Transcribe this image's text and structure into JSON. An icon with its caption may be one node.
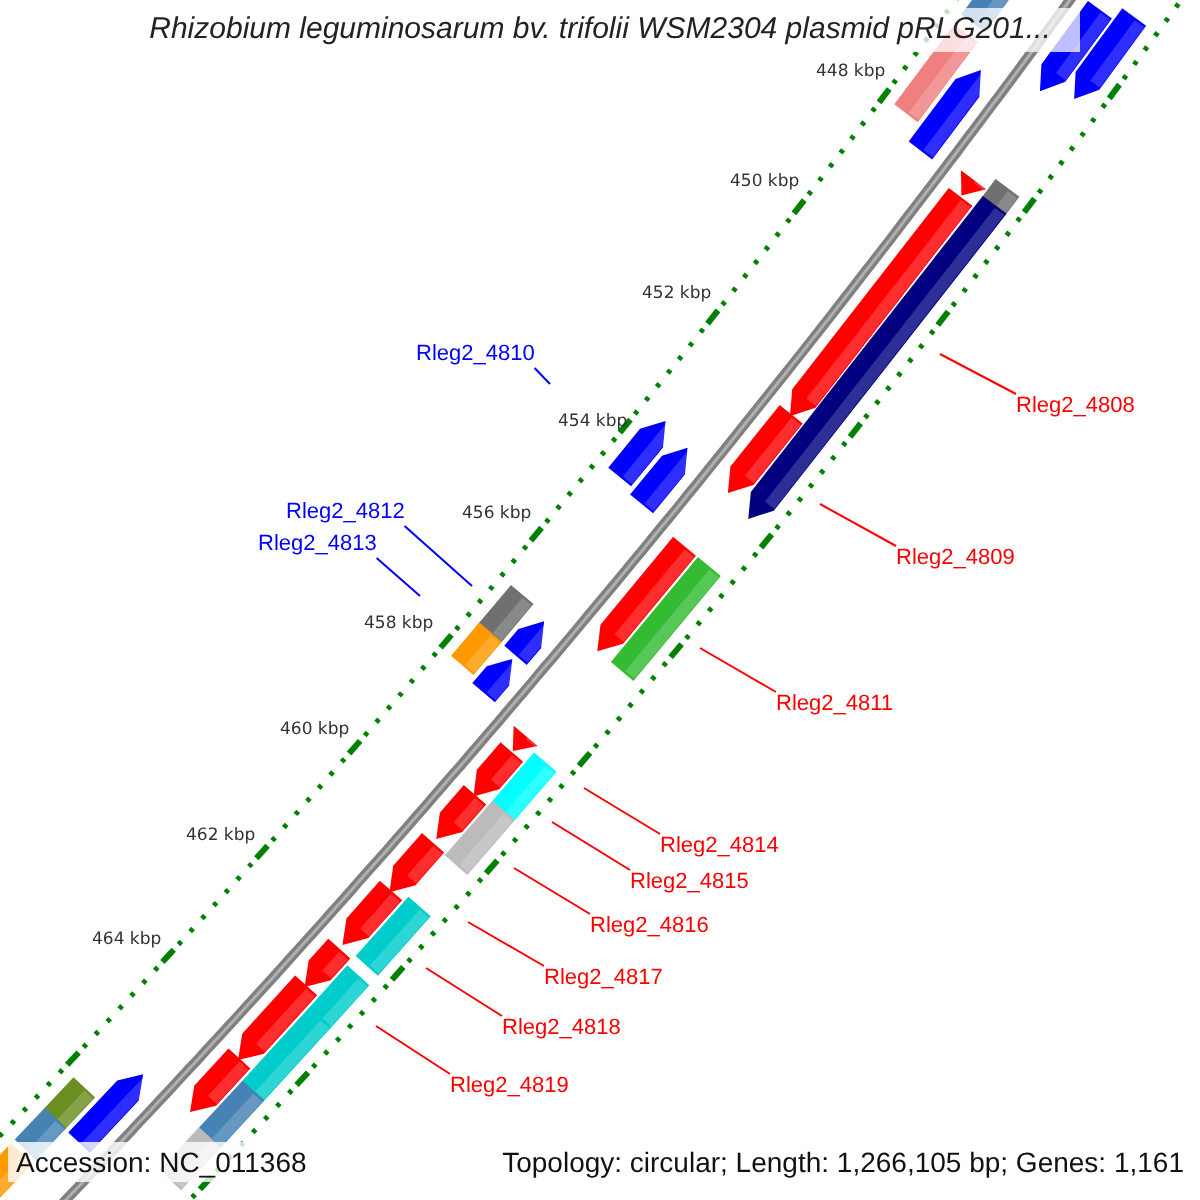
{
  "diagram": {
    "title": "Rhizobium leguminosarum bv. trifolii WSM2304 plasmid pRLG201...",
    "nodes": [
      {
        "text": [
          "Rleg2_4810"
        ]
      },
      {
        "text": [
          "Rleg2_4808"
        ]
      },
      {
        "text": [
          "Rleg2_4812"
        ]
      },
      {
        "text": [
          "Rleg2_4813"
        ]
      },
      {
        "text": [
          "Rleg2_4809"
        ]
      },
      {
        "text": [
          "Rleg2_4811"
        ]
      },
      {
        "text": [
          "Rleg2_4814"
        ]
      },
      {
        "text": [
          "Rleg2_4815"
        ]
      },
      {
        "text": [
          "Rleg2_4816"
        ]
      },
      {
        "text": [
          "Rleg2_4817"
        ]
      },
      {
        "text": [
          "Rleg2_4818"
        ]
      },
      {
        "text": [
          "Rleg2_4819"
        ]
      }
    ],
    "edges": [
      {
        "from": 0,
        "to": null,
        "arrow": "none",
        "color": "#0000ff"
      },
      {
        "from": 1,
        "to": null,
        "arrow": "none"
      },
      {
        "from": 2,
        "to": null,
        "arrow": "none",
        "color": "#0000ff"
      },
      {
        "from": 3,
        "to": null,
        "arrow": "none",
        "color": "#0000ff"
      },
      {
        "from": 4,
        "to": null,
        "arrow": "none"
      },
      {
        "from": 5,
        "to": null,
        "arrow": "none"
      },
      {
        "from": 6,
        "to": null,
        "arrow": "none"
      },
      {
        "from": 7,
        "to": null,
        "arrow": "none"
      },
      {
        "from": 8,
        "to": null,
        "arrow": "none"
      },
      {
        "from": 9,
        "to": null,
        "arrow": "none"
      },
      {
        "from": 10,
        "to": null,
        "arrow": "none"
      },
      {
        "from": 11,
        "to": null,
        "arrow": "none"
      }
    ],
    "labels": [
      "448 kbp",
      "450 kbp",
      "452 kbp",
      "454 kbp",
      "456 kbp",
      "458 kbp",
      "460 kbp",
      "462 kbp",
      "464 kbp",
      "Accession: NC_011368",
      "Topology: circular; Length: 1,266,105 bp; Genes: 1,161"
    ]
  }
}
